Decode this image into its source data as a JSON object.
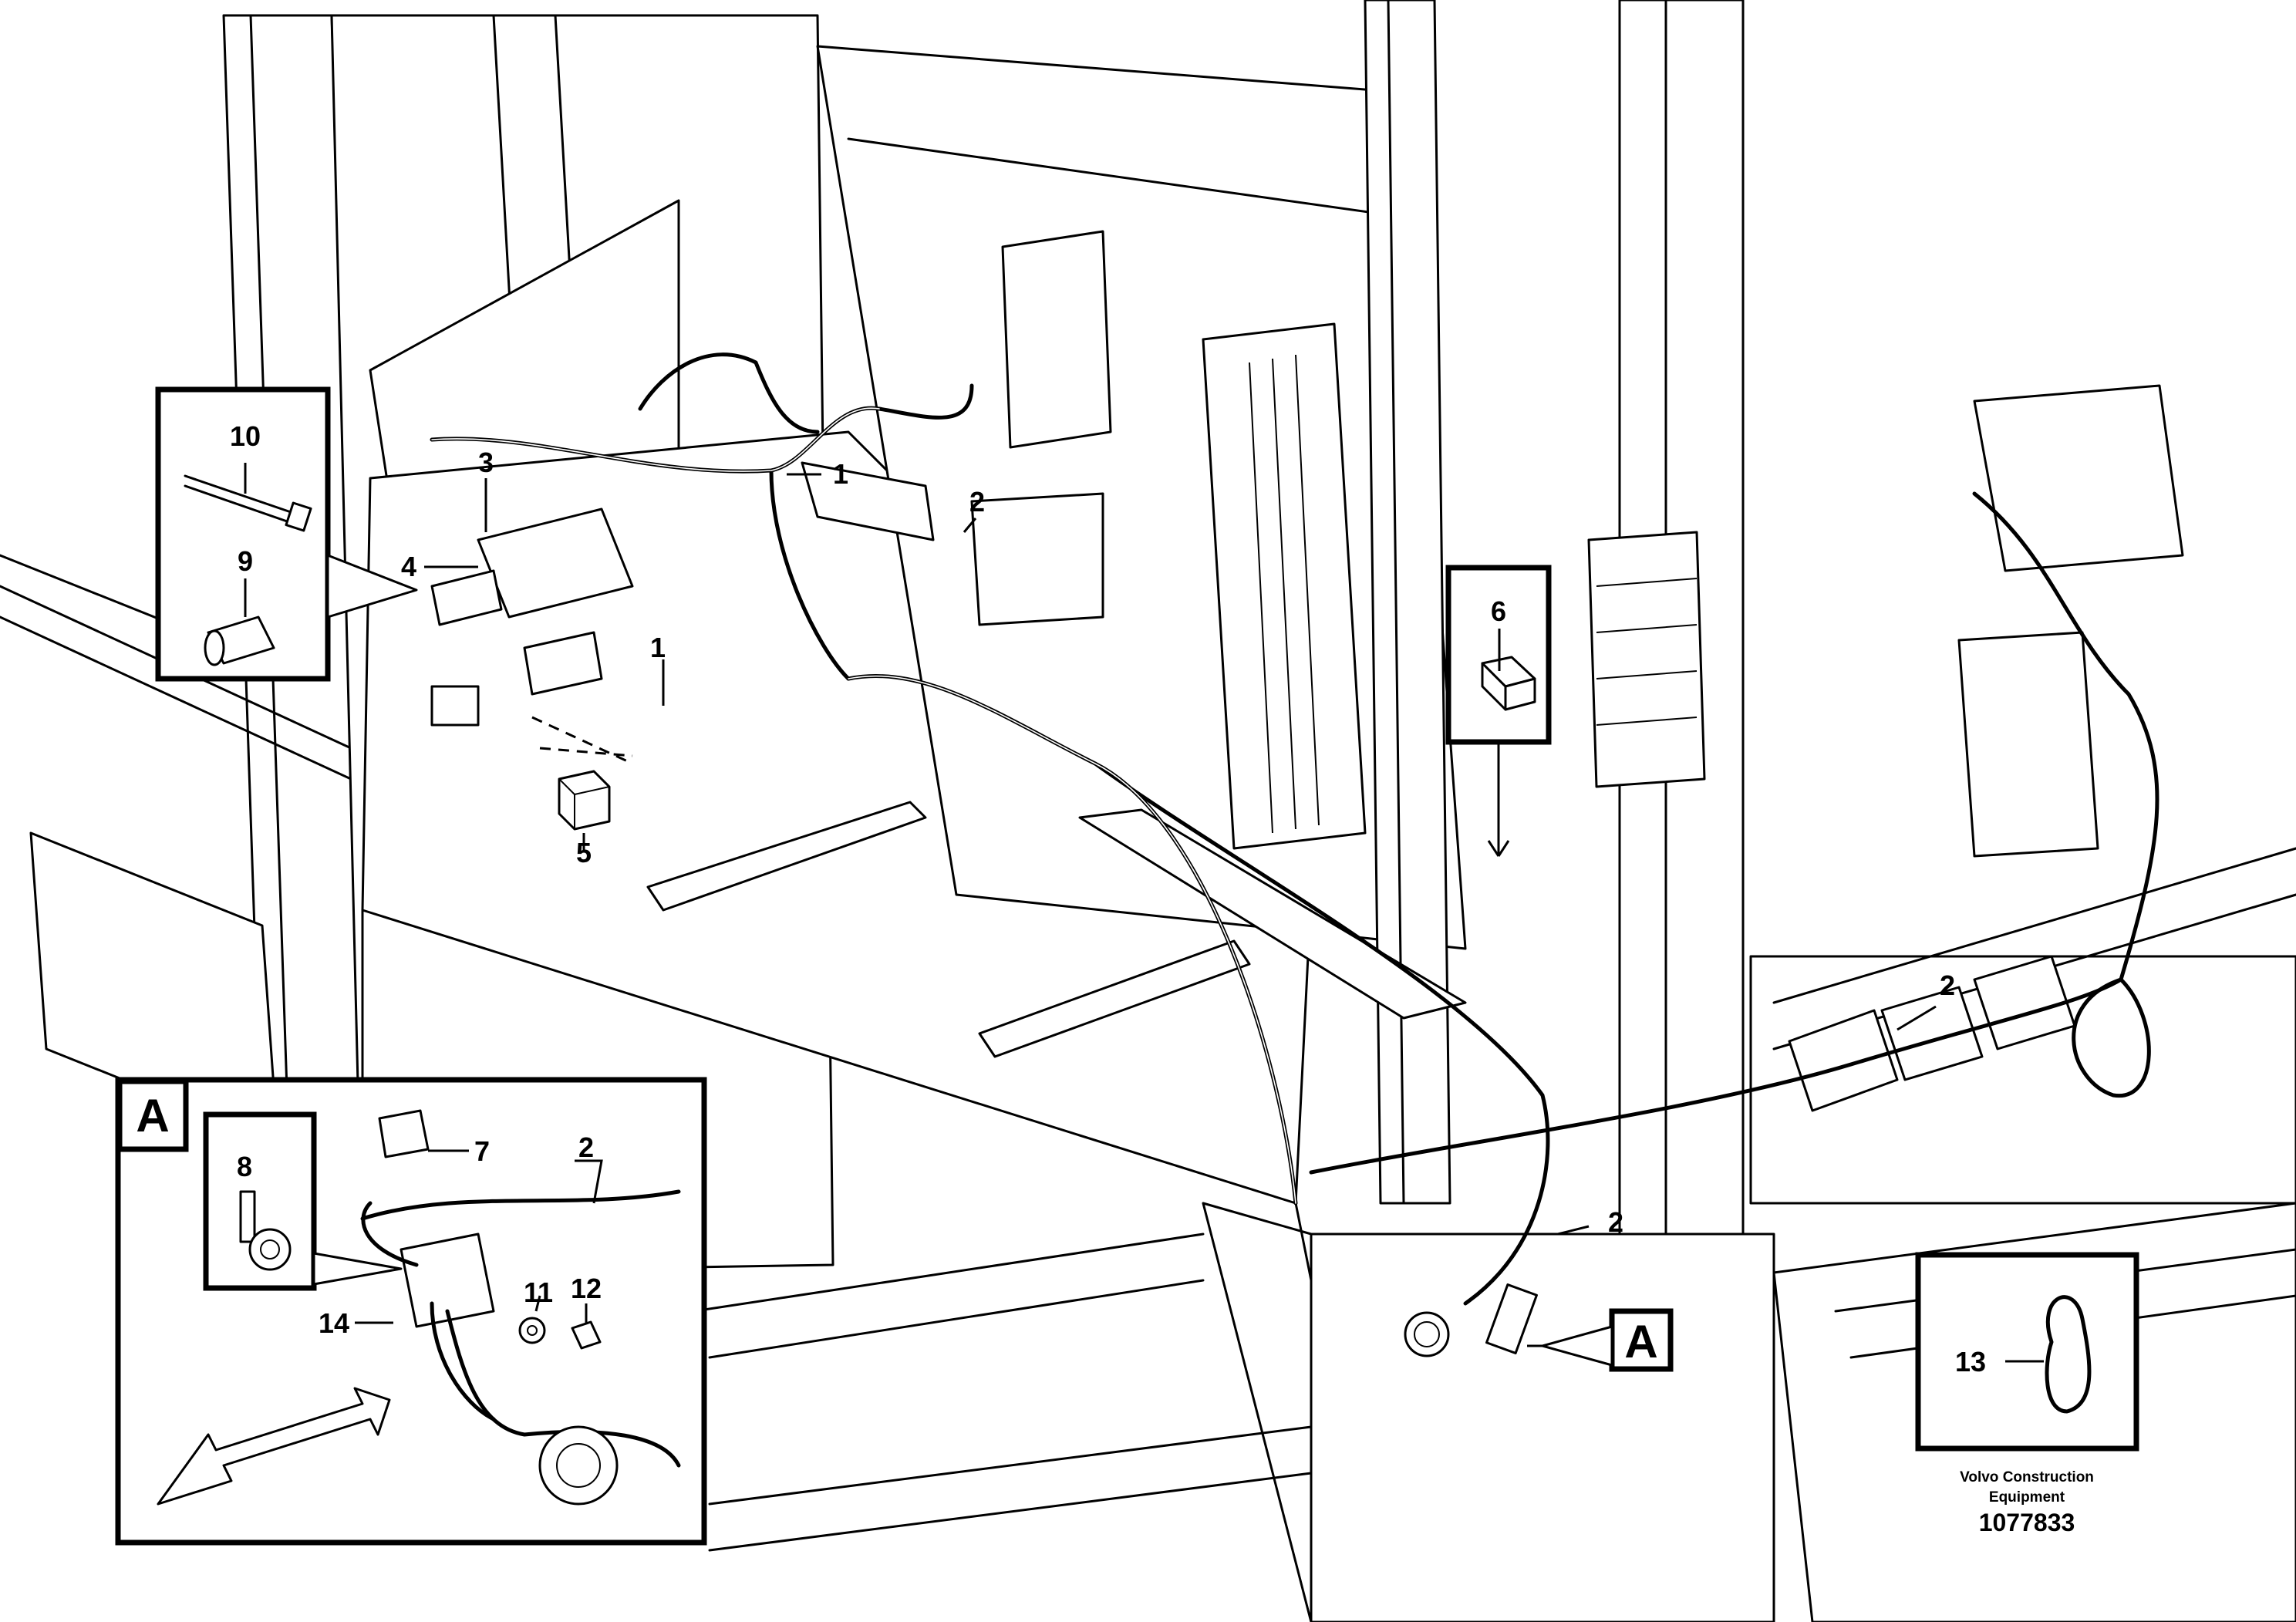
{
  "callouts": {
    "c1a": "1",
    "c1b": "1",
    "c2a": "2",
    "c2b": "2",
    "c2c": "2",
    "c2d": "2",
    "c3": "3",
    "c4": "4",
    "c5": "5",
    "c6": "6",
    "c7": "7",
    "c8": "8",
    "c9": "9",
    "c10": "10",
    "c11": "11",
    "c12": "12",
    "c13": "13",
    "c14": "14"
  },
  "detail": {
    "label": "A",
    "ref_label": "A"
  },
  "footer": {
    "credit_line1": "Volvo Construction",
    "credit_line2": "Equipment",
    "part_number": "1077833"
  }
}
